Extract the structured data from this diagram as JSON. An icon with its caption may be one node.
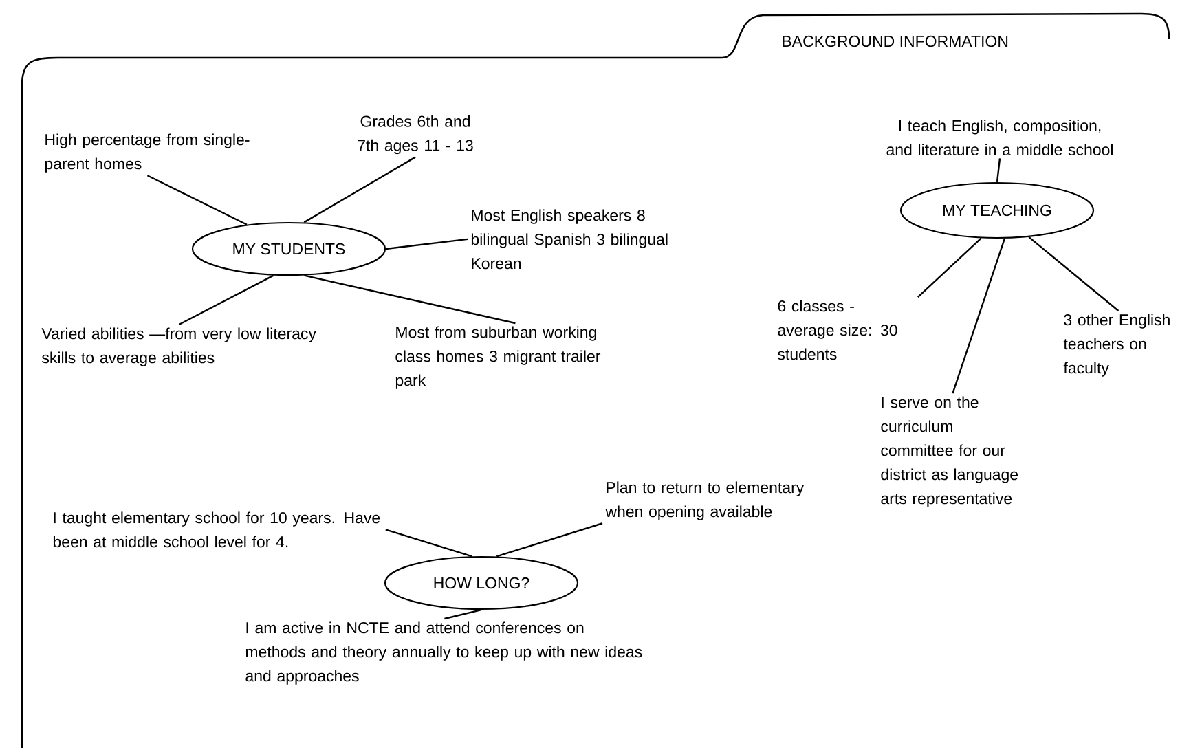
{
  "diagram": {
    "title": "BACKGROUND INFORMATION",
    "nodes": [
      {
        "text": [
          "MY STUDENTS"
        ]
      },
      {
        "text": [
          "High percentage from single-parent homes"
        ]
      },
      {
        "text": [
          "Grades 6th and 7th ages 11 - 13"
        ]
      },
      {
        "text": [
          "Most English speakers 8 bilingual Spanish 3 bilingual Korean"
        ]
      },
      {
        "text": [
          "Varied abilities —from very low literacy skills to average abilities"
        ]
      },
      {
        "text": [
          "Most from suburban working class homes 3 migrant trailer park"
        ]
      },
      {
        "text": [
          "MY TEACHING"
        ]
      },
      {
        "text": [
          "I teach English, composition, and literature in a middle school"
        ]
      },
      {
        "text": [
          "6 classes - average size: 30 students"
        ]
      },
      {
        "text": [
          "I serve on the curriculum committee for our district as language arts representative"
        ]
      },
      {
        "text": [
          "3 other English teachers on faculty"
        ]
      },
      {
        "text": [
          "HOW LONG?"
        ]
      },
      {
        "text": [
          "I taught elementary school for 10 years. Have been at middle school level for 4."
        ]
      },
      {
        "text": [
          "Plan to return to elementary when opening available"
        ]
      },
      {
        "text": [
          "I am active in NCTE and attend conferences on methods and theory annually to keep up with new ideas and approaches"
        ]
      }
    ],
    "edges": [
      {
        "from": 0,
        "to": 1,
        "arrow": "none"
      },
      {
        "from": 0,
        "to": 2,
        "arrow": "none"
      },
      {
        "from": 0,
        "to": 3,
        "arrow": "none"
      },
      {
        "from": 0,
        "to": 4,
        "arrow": "none"
      },
      {
        "from": 0,
        "to": 5,
        "arrow": "none"
      },
      {
        "from": 6,
        "to": 7,
        "arrow": "none"
      },
      {
        "from": 6,
        "to": 8,
        "arrow": "none"
      },
      {
        "from": 6,
        "to": 9,
        "arrow": "none"
      },
      {
        "from": 6,
        "to": 10,
        "arrow": "none"
      },
      {
        "from": 11,
        "to": 12,
        "arrow": "none"
      },
      {
        "from": 11,
        "to": 13,
        "arrow": "none"
      },
      {
        "from": 11,
        "to": 14,
        "arrow": "none"
      }
    ]
  }
}
